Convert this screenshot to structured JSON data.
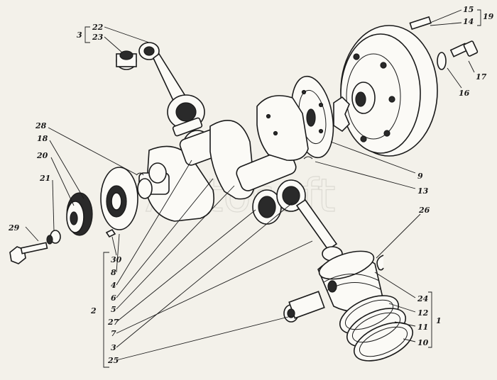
{
  "watermark": "Autosoft",
  "labels": {
    "l3": "3",
    "l22": "22",
    "l23": "23",
    "l15": "15",
    "l14": "14",
    "l19": "19",
    "l17": "17",
    "l16": "16",
    "l28": "28",
    "l18": "18",
    "l20": "20",
    "l21": "21",
    "l29": "29",
    "l9": "9",
    "l13": "13",
    "l26": "26",
    "l30": "30",
    "l8": "8",
    "l4": "4",
    "l6": "6",
    "l5": "5",
    "l2": "2",
    "l27": "27",
    "l7": "7",
    "l3b": "3",
    "l25": "25",
    "l24": "24",
    "l12": "12",
    "l11": "11",
    "l10": "10",
    "l1": "1"
  }
}
